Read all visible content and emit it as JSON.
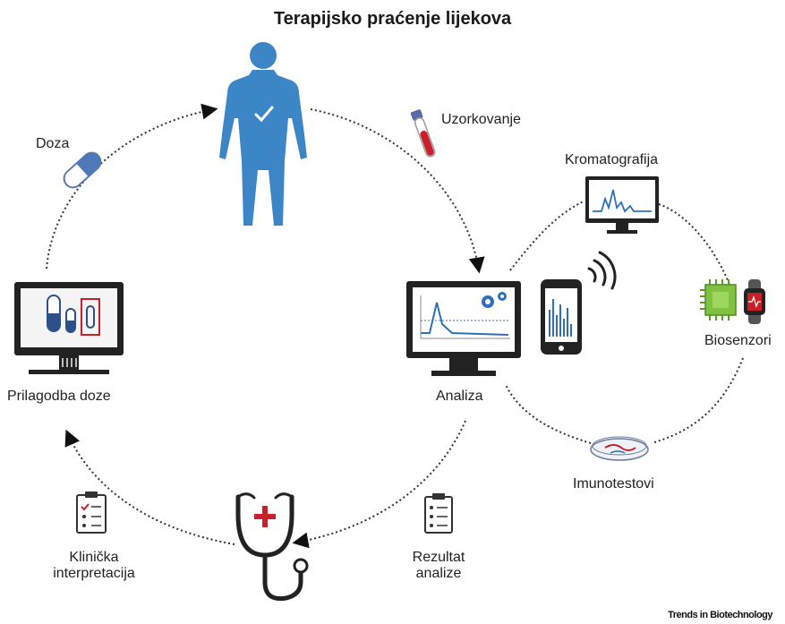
{
  "title": "Terapijsko praćenje lijekova",
  "labels": {
    "doza": "Doza",
    "uzorkovanje": "Uzorkovanje",
    "kromatografija": "Kromatografija",
    "biosenzori": "Biosenzori",
    "analiza": "Analiza",
    "imunotestovi": "Imunotestovi",
    "prilagodba": "Prilagodba doze",
    "klinicka_1": "Klinička",
    "klinicka_2": "interpretacija",
    "rezultat_1": "Rezultat",
    "rezultat_2": "analize"
  },
  "credit": "Trends in Biotechnology",
  "colors": {
    "body": "#3c86c8",
    "monitor": "#222222",
    "accent_blue": "#2f6fb7",
    "red": "#c8202a",
    "chip_green": "#7fc241",
    "line": "#333333"
  },
  "icons": [
    "human-body-icon",
    "blood-tube-icon",
    "capsule-icon",
    "computer-monitor-icon",
    "analysis-monitor-icon",
    "smartphone-icon",
    "wifi-signal-icon",
    "chromatography-monitor-icon",
    "chip-icon",
    "smartwatch-icon",
    "petri-dish-icon",
    "clipboard-icon",
    "stethoscope-icon"
  ]
}
